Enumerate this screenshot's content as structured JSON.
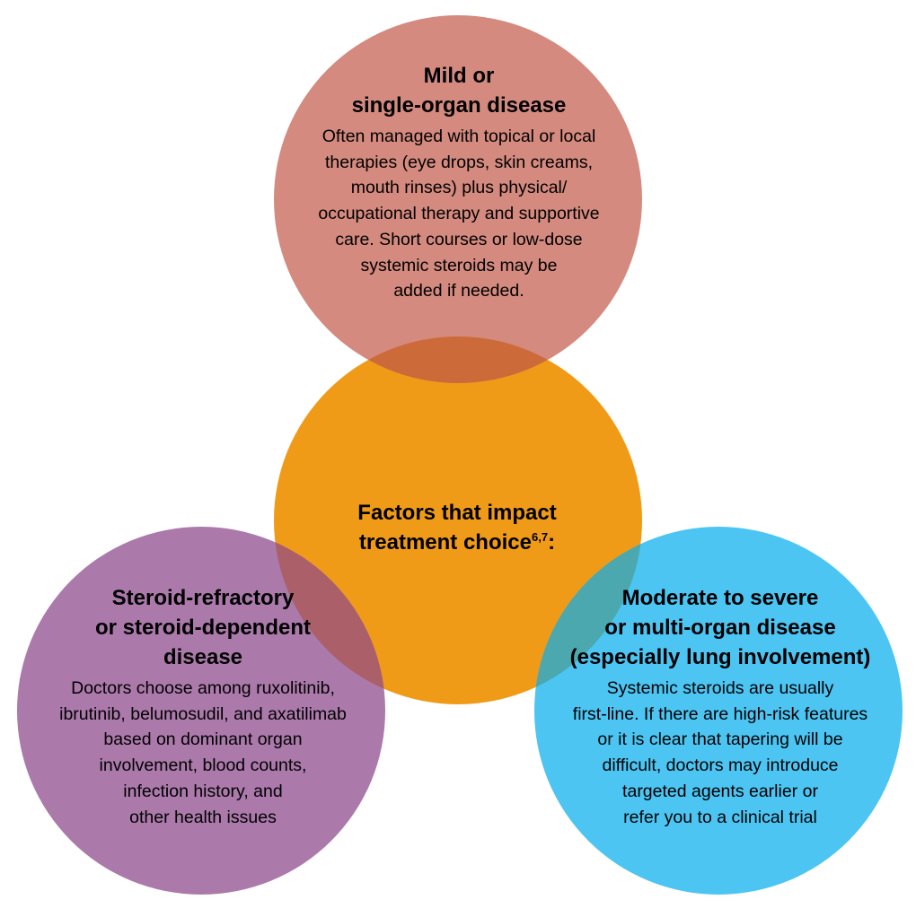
{
  "colors": {
    "mild": "#d48a7e",
    "center": "#f09b17",
    "refractory": "#ab7aab",
    "moderate": "#4cc5f3",
    "overlap_mild_center": "#cc6b39",
    "overlap_refractory_center": "#ab5f69",
    "overlap_moderate_center": "#4aa8ae"
  },
  "center": {
    "title_lines": [
      "Factors that impact",
      "treatment choice"
    ],
    "superscript": "6,7",
    "suffix": ":"
  },
  "mild": {
    "title_lines": [
      "Mild or",
      "single-organ disease"
    ],
    "body_lines": [
      "Often managed with topical or local",
      "therapies (eye drops, skin creams,",
      "mouth rinses) plus physical/",
      "occupational therapy and supportive",
      "care. Short courses or low-dose",
      "systemic steroids may be",
      "added if needed."
    ]
  },
  "refractory": {
    "title_lines": [
      "Steroid-refractory",
      "or steroid-dependent",
      "disease"
    ],
    "body_lines": [
      "Doctors choose among ruxolitinib,",
      "ibrutinib, belumosudil, and axatilimab",
      "based on dominant organ",
      "involvement, blood counts,",
      "infection history, and",
      "other health issues"
    ]
  },
  "moderate": {
    "title_lines": [
      "Moderate to severe",
      "or multi-organ disease",
      "(especially lung involvement)"
    ],
    "body_lines": [
      "Systemic steroids are usually",
      "first-line. If there are high-risk  features",
      "or it is clear that tapering will be",
      "difficult, doctors may introduce",
      "targeted agents earlier or",
      "refer you to a clinical trial"
    ]
  }
}
